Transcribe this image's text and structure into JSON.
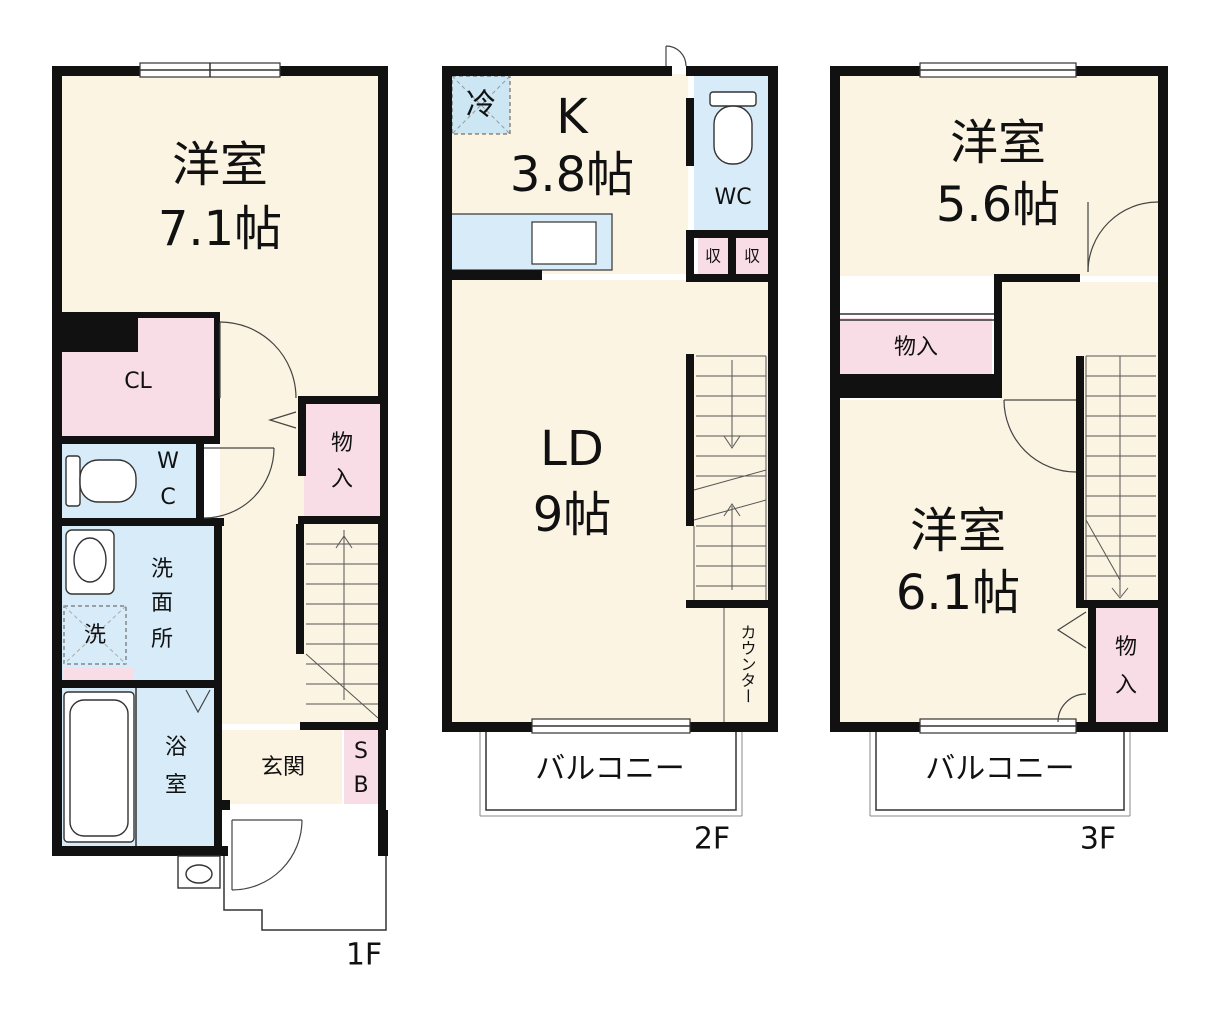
{
  "colors": {
    "room": "#fbf4e2",
    "storage": "#f9dde6",
    "wet": "#d7ecf8",
    "wall": "#111111"
  },
  "floor1": {
    "floor_label": "1F",
    "western_room": {
      "name": "洋室",
      "size": "7.1帖"
    },
    "closet": "CL",
    "wc": [
      "W",
      "C"
    ],
    "storage": [
      "物",
      "入"
    ],
    "washroom": [
      "洗",
      "面",
      "所"
    ],
    "washer": "洗",
    "bath": [
      "浴",
      "室"
    ],
    "entrance": "玄関",
    "shoe_box": [
      "S",
      "B"
    ]
  },
  "floor2": {
    "floor_label": "2F",
    "kitchen": {
      "name": "K",
      "size": "3.8帖"
    },
    "fridge": "冷",
    "wc": "WC",
    "storage_a": "収",
    "storage_b": "収",
    "living": {
      "name": "LD",
      "size": "9帖"
    },
    "counter": "カウンター",
    "balcony": "バルコニー"
  },
  "floor3": {
    "floor_label": "3F",
    "room_a": {
      "name": "洋室",
      "size": "5.6帖"
    },
    "storage_a": "物入",
    "room_b": {
      "name": "洋室",
      "size": "6.1帖"
    },
    "storage_b": [
      "物",
      "入"
    ],
    "balcony": "バルコニー"
  }
}
